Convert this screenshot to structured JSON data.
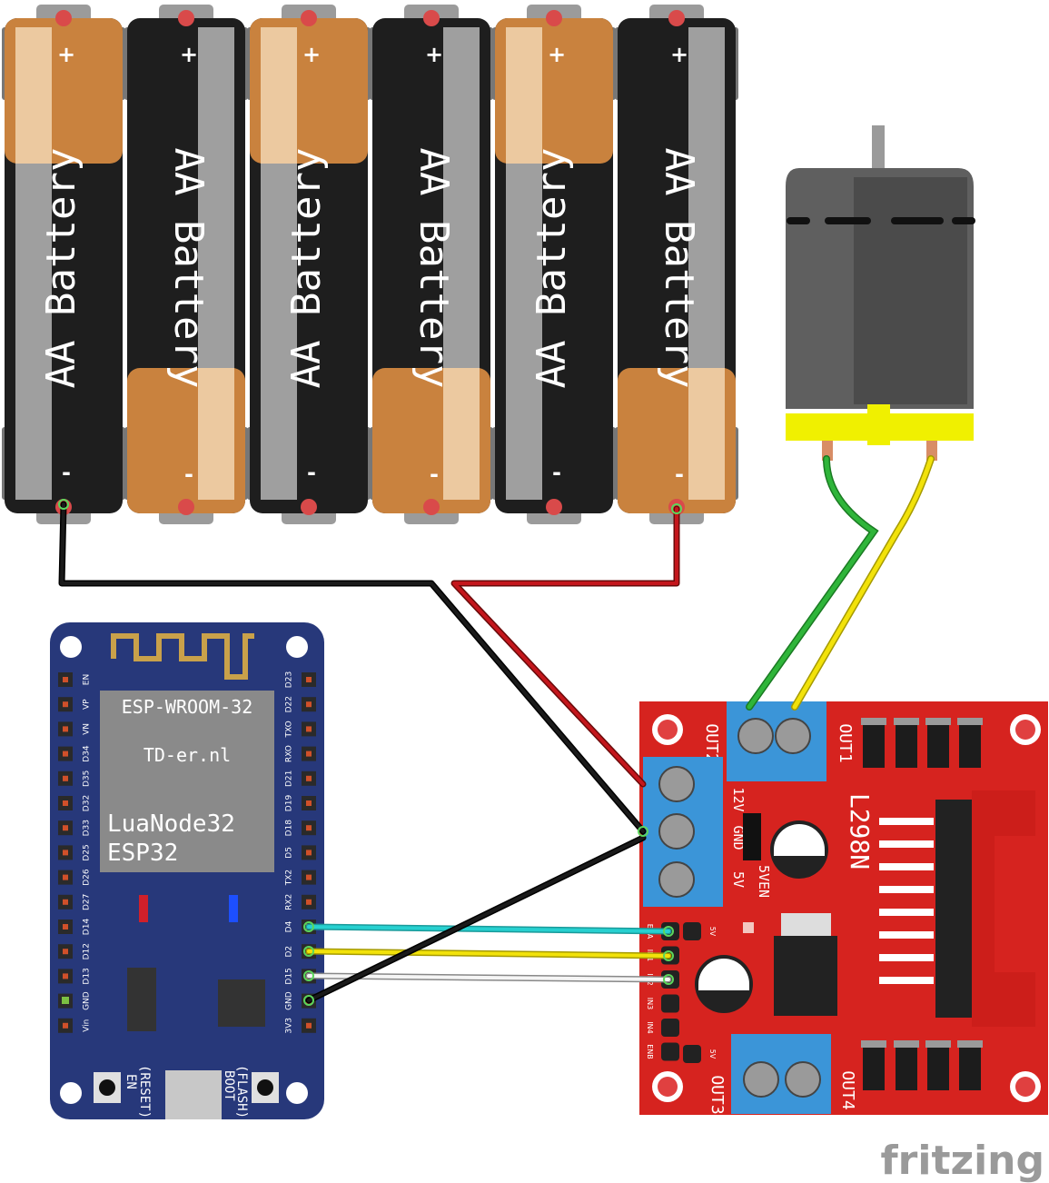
{
  "batteries": {
    "label": "AA Battery",
    "plus": "+",
    "minus": "-",
    "cells": [
      {
        "orientation": "up",
        "color": "copper-top"
      },
      {
        "orientation": "down",
        "color": "black-top"
      },
      {
        "orientation": "up",
        "color": "copper-top"
      },
      {
        "orientation": "down",
        "color": "black-top"
      },
      {
        "orientation": "up",
        "color": "copper-top"
      },
      {
        "orientation": "down",
        "color": "black-top"
      }
    ]
  },
  "esp32": {
    "module": "ESP-WROOM-32",
    "vendor": "TD-er.nl",
    "name_line1": "LuaNode32",
    "name_line2": "ESP32",
    "left_pins": [
      "EN",
      "VP",
      "VN",
      "D34",
      "D35",
      "D32",
      "D33",
      "D25",
      "D26",
      "D27",
      "D14",
      "D12",
      "D13",
      "GND",
      "Vin"
    ],
    "right_pins": [
      "D23",
      "D22",
      "TXO",
      "RXO",
      "D21",
      "D19",
      "D18",
      "D5",
      "TX2",
      "RX2",
      "D4",
      "D2",
      "D15",
      "GND",
      "3V3"
    ],
    "en_label": "EN\n(RESET)",
    "boot_label": "BOOT\n(FLASH)",
    "colors": {
      "board": "#27387a",
      "pcb_edge": "#1d2b66",
      "shield": "#8a8a8a",
      "antenna": "#c9a14a"
    }
  },
  "l298n": {
    "chip": "L298N",
    "out1": "OUT1",
    "out2": "OUT2",
    "out3": "OUT3",
    "out4": "OUT4",
    "power_terminal": [
      "12V",
      "GND",
      "5V"
    ],
    "jumper": "5VEN",
    "control_pins": [
      "ENA",
      "IN1",
      "IN2",
      "IN3",
      "IN4",
      "ENB"
    ],
    "jumper_5v": "5V",
    "colors": {
      "board": "#d6231f",
      "terminal": "#3b95d8"
    }
  },
  "wires": [
    {
      "name": "battery-negative",
      "color": "#1a1a1a"
    },
    {
      "name": "battery-positive",
      "color": "#c4161c"
    },
    {
      "name": "motor-green",
      "color": "#2fb53a"
    },
    {
      "name": "motor-yellow",
      "color": "#f2e20a"
    },
    {
      "name": "d4-cyan",
      "color": "#27d0d0"
    },
    {
      "name": "d2-yellow",
      "color": "#f2e20a"
    },
    {
      "name": "d15-white",
      "color": "#f5f5f5"
    },
    {
      "name": "gnd-black",
      "color": "#1a1a1a"
    }
  ],
  "watermark": "fritzing"
}
